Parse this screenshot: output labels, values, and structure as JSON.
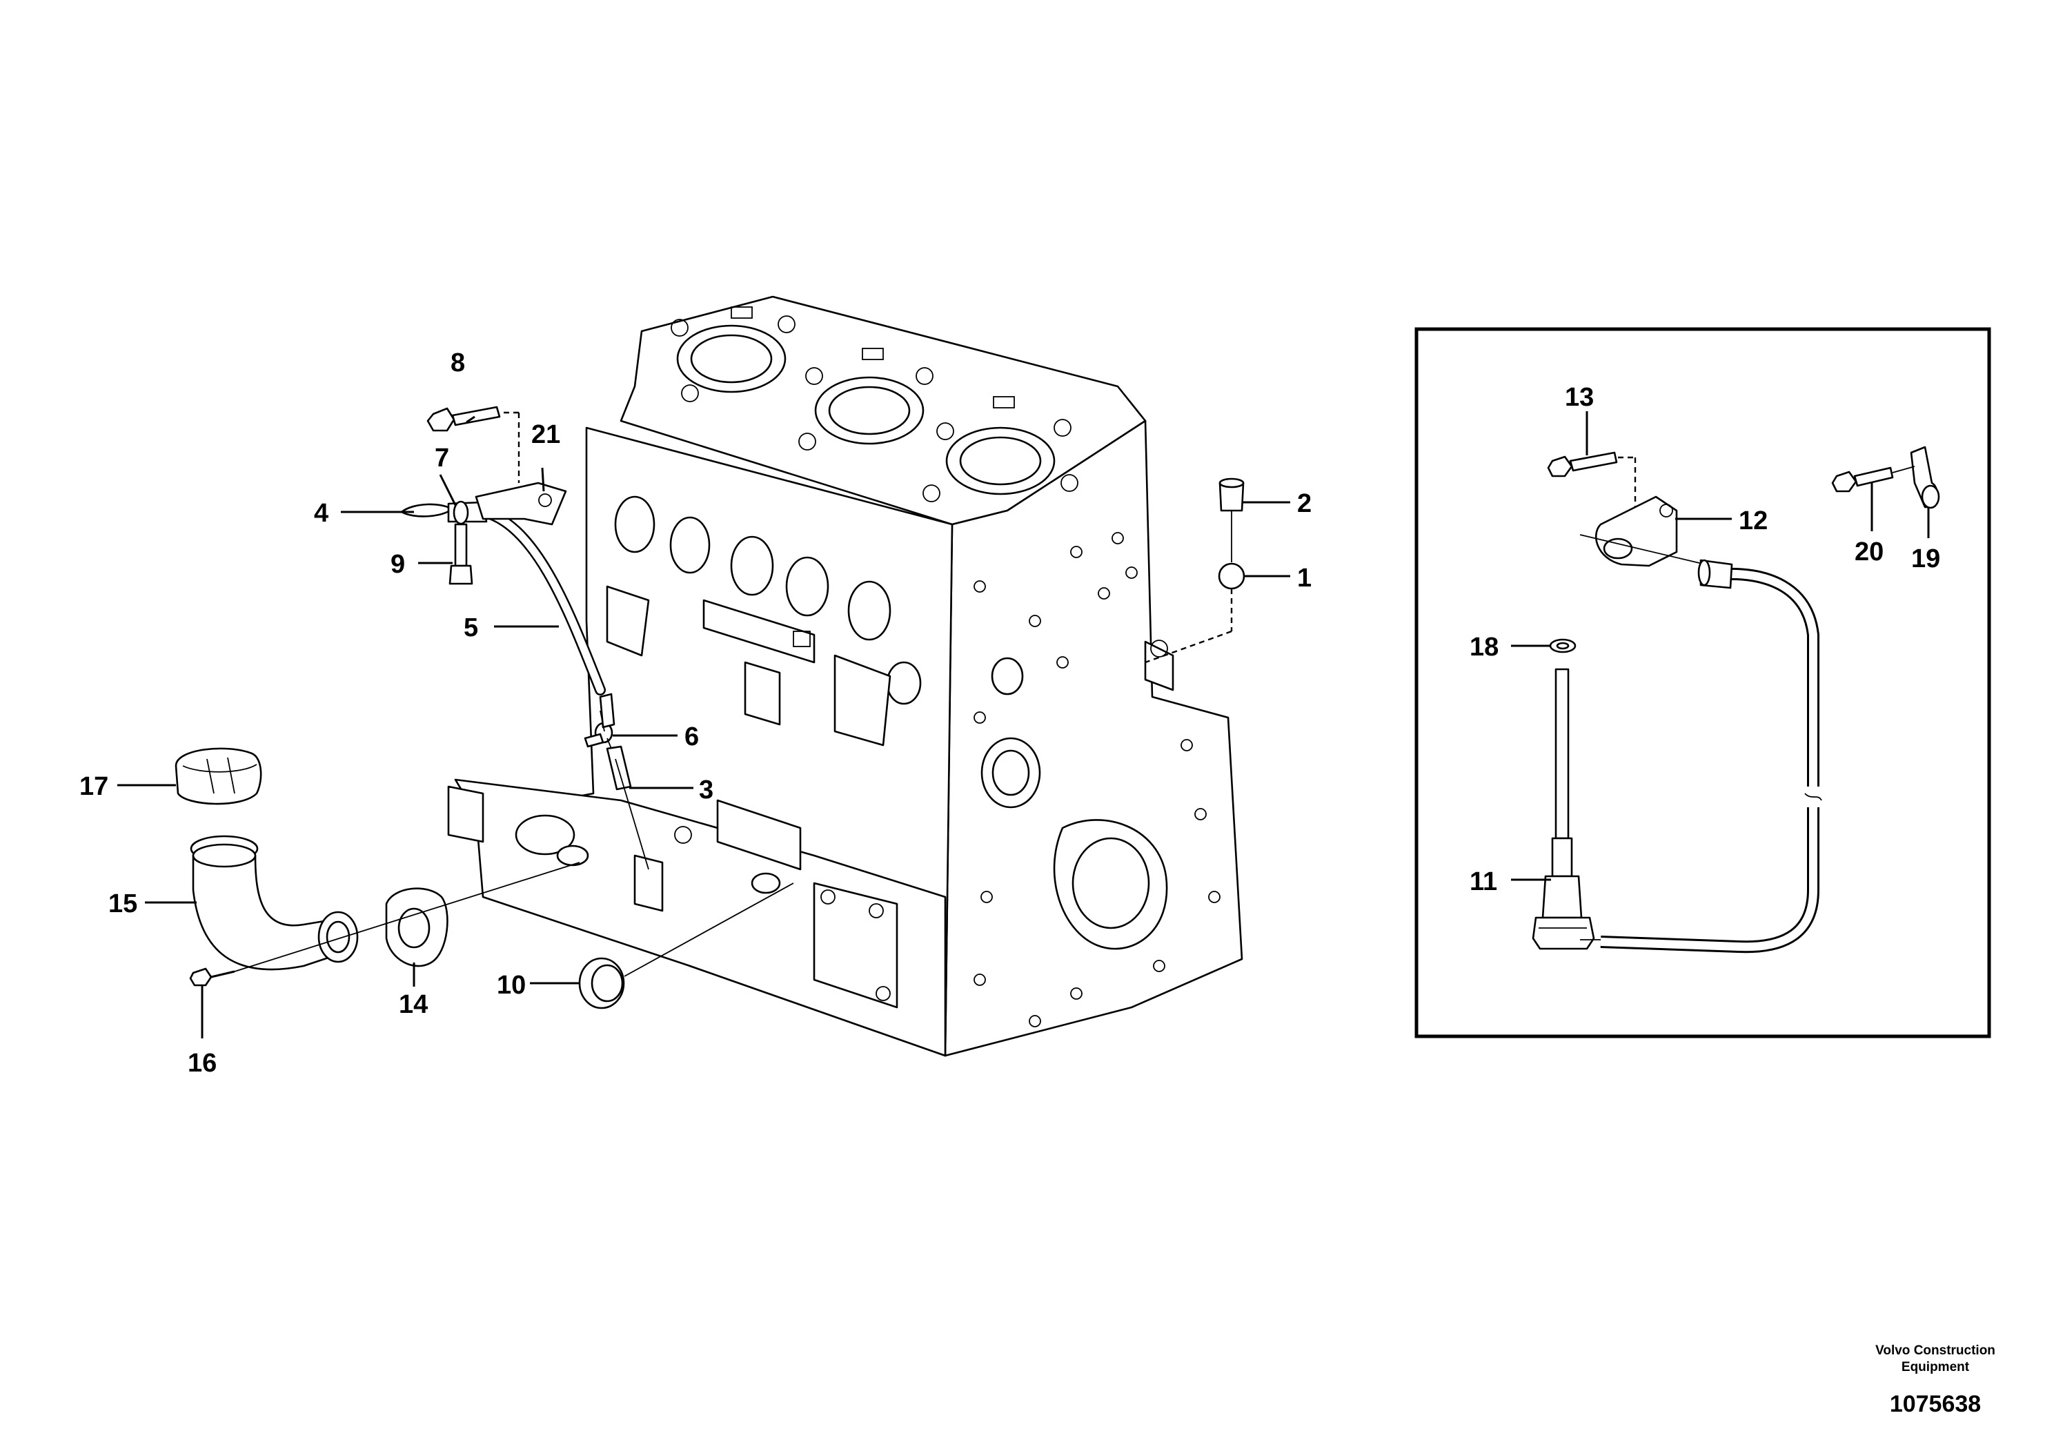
{
  "callouts": {
    "c1": "1",
    "c2": "2",
    "c3": "3",
    "c4": "4",
    "c5": "5",
    "c6": "6",
    "c7": "7",
    "c8": "8",
    "c9": "9",
    "c10": "10",
    "c11": "11",
    "c12": "12",
    "c13": "13",
    "c14": "14",
    "c15": "15",
    "c16": "16",
    "c17": "17",
    "c18": "18",
    "c19": "19",
    "c20": "20",
    "c21": "21"
  },
  "footer": {
    "company_line1": "Volvo Construction",
    "company_line2": "Equipment",
    "document_number": "1075638"
  }
}
